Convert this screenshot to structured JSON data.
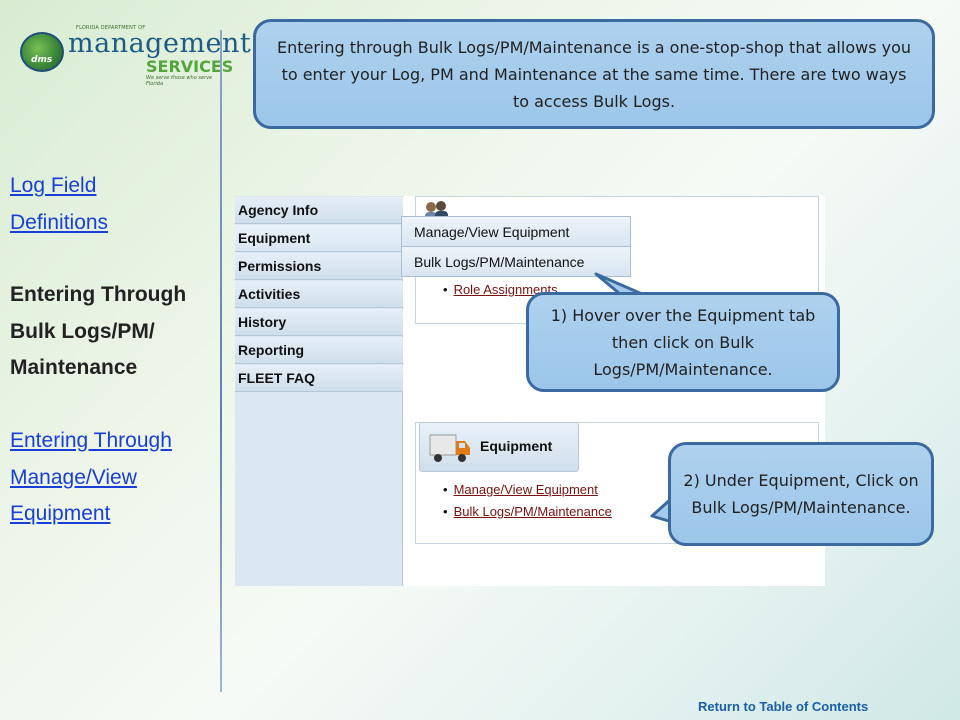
{
  "logo": {
    "agency_small": "Florida Department of",
    "name_main": "management",
    "name_sub": "SERVICES",
    "tagline": "We serve those who serve Florida",
    "badge": "dms"
  },
  "left_nav": {
    "items": [
      {
        "text": "Log Field Definitions"
      },
      {
        "text": "Entering Through Bulk Logs/PM/ Maintenance"
      },
      {
        "text": "Entering Through Manage/View Equipment"
      }
    ],
    "log_field_line1": "Log Field",
    "log_field_line2": "Definitions",
    "current_line1": "Entering Through",
    "current_line2": "Bulk Logs/PM/",
    "current_line3": "Maintenance",
    "manage_line1": "Entering Through",
    "manage_line2": "Manage/View",
    "manage_line3": "Equipment"
  },
  "callouts": {
    "top": "Entering through Bulk Logs/PM/Maintenance is a one-stop-shop that allows you to enter your Log, PM and Maintenance at the same time.  There are two ways to access Bulk Logs.",
    "step1": "1) Hover over the Equipment tab then click on Bulk Logs/PM/Maintenance.",
    "step2": "2) Under Equipment, Click on Bulk Logs/PM/Maintenance."
  },
  "app": {
    "tabs": [
      "Agency Info",
      "Equipment",
      "Permissions",
      "Activities",
      "History",
      "Reporting",
      "FLEET FAQ"
    ],
    "dropdown": [
      "Manage/View Equipment",
      "Bulk Logs/PM/Maintenance"
    ],
    "role_link": "Role Assignments",
    "equipment_header": "Equipment",
    "equipment_links": [
      "Manage/View Equipment",
      "Bulk Logs/PM/Maintenance"
    ],
    "bullet": "•"
  },
  "footer": {
    "toc_link": "Return to Table of Contents"
  },
  "colors": {
    "callout_fill": "#9cc6ea",
    "callout_border": "#3b6aa0",
    "link_blue": "#1a3fd6",
    "app_link": "#7a1111"
  },
  "icons": {
    "people": "people-icon",
    "truck": "truck-icon",
    "logo_globe": "florida-globe-icon"
  }
}
